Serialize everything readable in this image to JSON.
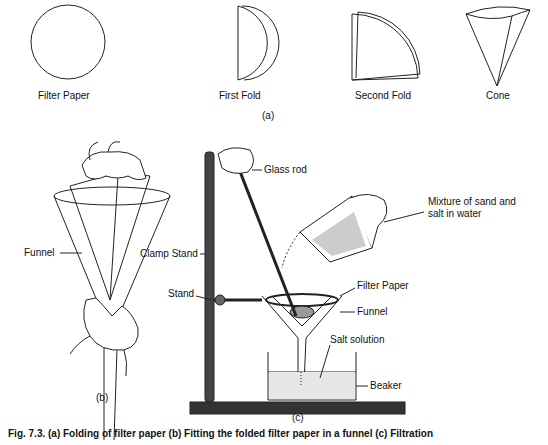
{
  "diagram": {
    "caption": "Fig. 7.3. (a) Folding of filter paper (b) Fitting the folded filter paper in a funnel (c) Filtration",
    "labels": [
      "Filter Paper",
      "First Fold",
      "Second Fold",
      "Cone",
      "(a)",
      "Funnel",
      "(b)",
      "Glass rod",
      "Clamp Stand",
      "Mixture of sand and salt in water",
      "Stand",
      "Filter Paper",
      "Funnel",
      "Salt solution",
      "Beaker",
      "(c)"
    ]
  }
}
